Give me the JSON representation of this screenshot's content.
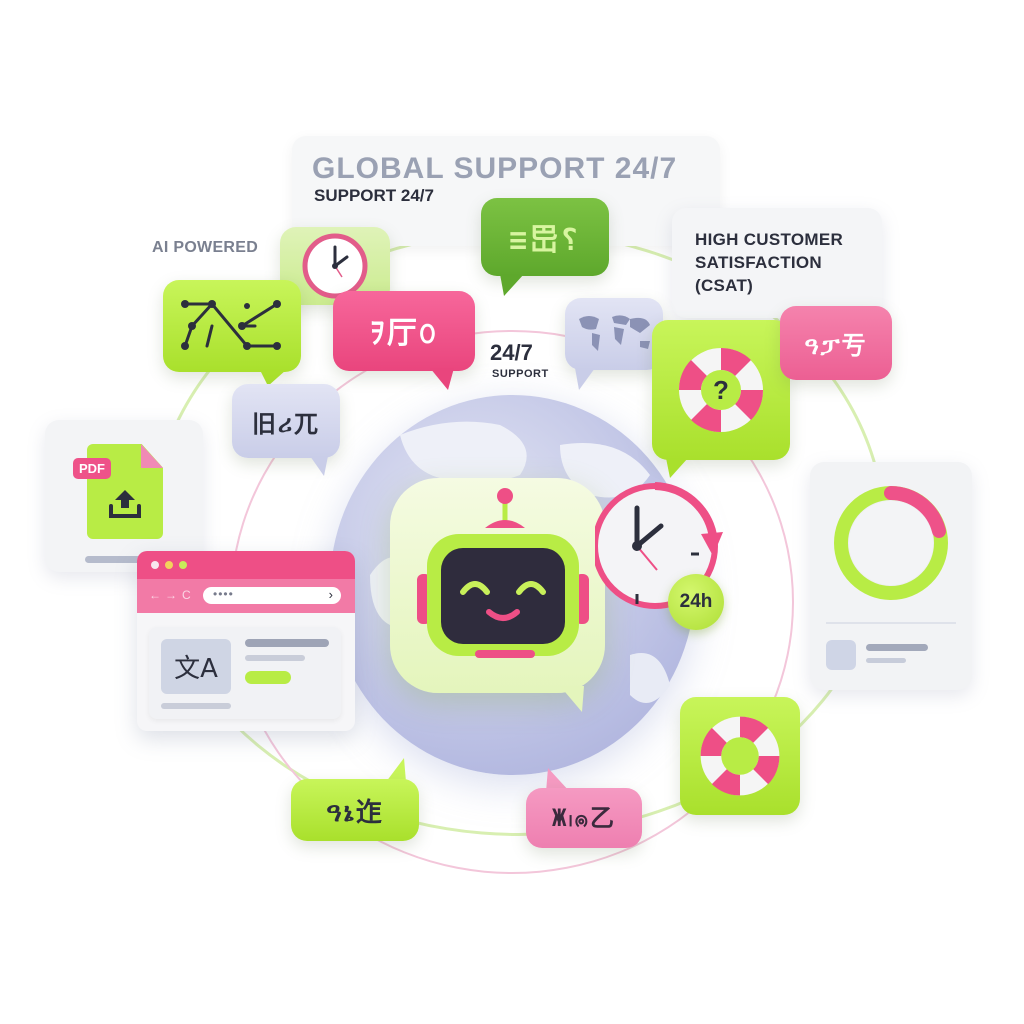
{
  "header": {
    "title": "GLOBAL SUPPORT  24/7",
    "subtitle": "SUPPORT 24/7"
  },
  "labels": {
    "ai_powered": "AI POWERED",
    "csat": [
      "HIGH CUSTOMER",
      "SATISFACTION",
      "(CSAT)"
    ],
    "support_247": "24/7",
    "support_247_sub": "SUPPORT",
    "hours_badge": "24h"
  },
  "doc_card": {
    "badge": "PDF",
    "icon": "upload-icon"
  },
  "browser": {
    "nav": [
      "←",
      "→",
      "C"
    ],
    "address": "••••",
    "go": "›",
    "translate_icon": "文A"
  },
  "bubbles": [
    {
      "id": "top-green",
      "glyph": "≡岊⸮",
      "color": "#6cb53a"
    },
    {
      "id": "circuit",
      "glyph": "circuit-icon",
      "color": "#b8ec45"
    },
    {
      "id": "pink-script",
      "glyph": "ｦ厅௦",
      "color": "#ee5289"
    },
    {
      "id": "lav-script",
      "glyph": "旧ሪ兀",
      "color": "#d4d7ee"
    },
    {
      "id": "map",
      "glyph": "world-map-icon",
      "color": "#d4d7ee"
    },
    {
      "id": "pink-right",
      "glyph": "ዓፓ亐",
      "color": "#ef6a9c"
    },
    {
      "id": "lime-bottom",
      "glyph": "ዓኔ迮",
      "color": "#b8ec45"
    },
    {
      "id": "pink-bottom",
      "glyph": "Ж၊ၐ乙",
      "color": "#f290bb"
    }
  ],
  "icons": {
    "clock": "clock-icon",
    "robot": "robot-icon",
    "lifebuoy": "lifebuoy-icon",
    "lifebuoy_question": "?",
    "donut": "donut-chart-icon"
  },
  "colors": {
    "lime": "#b8ec45",
    "pink": "#ee5289",
    "dark": "#2c2f3d",
    "lavender": "#c9cde8"
  }
}
